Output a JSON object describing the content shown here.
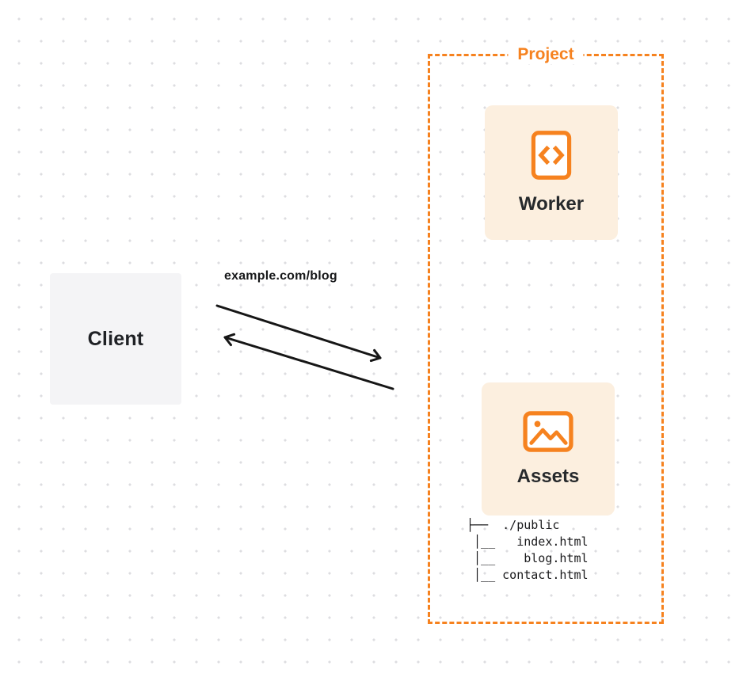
{
  "colors": {
    "accent_orange": "#f6821f",
    "card_background": "#fcefdf",
    "client_background": "#f4f4f6",
    "text_dark": "#1f2125",
    "arrow_black": "#161616",
    "dot_grid": "#dddde0"
  },
  "client": {
    "label": "Client"
  },
  "request": {
    "label": "example.com/blog"
  },
  "project": {
    "label": "Project"
  },
  "worker": {
    "label": "Worker",
    "icon": "code-file-icon"
  },
  "assets": {
    "label": "Assets",
    "icon": "image-icon"
  },
  "file_tree": {
    "lines": [
      "├──  ./public",
      " │__   index.html",
      " │__    blog.html",
      " │__ contact.html"
    ]
  }
}
